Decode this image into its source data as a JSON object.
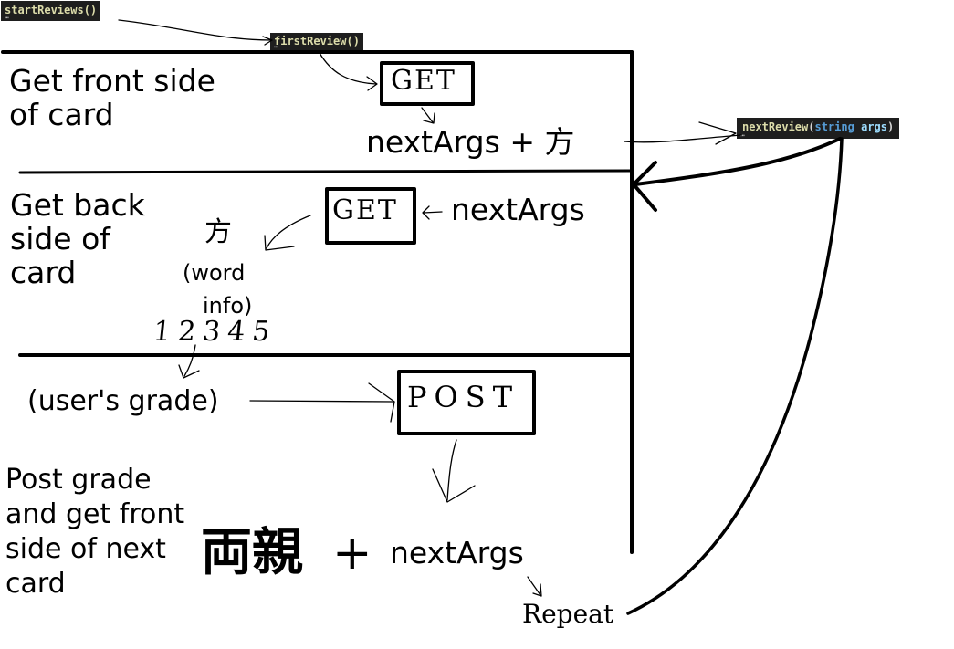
{
  "code_labels": {
    "start_reviews": "startReviews()",
    "first_review": "firstReview()",
    "next_review_fn": "nextReview",
    "next_review_type": "string",
    "next_review_arg": "args"
  },
  "step1": {
    "title_line1": "Get front side",
    "title_line2": "of card",
    "box_text": "GET",
    "result_args": "nextArgs",
    "result_plus": "+",
    "result_kanji": "方"
  },
  "step2": {
    "title_line1": "Get back",
    "title_line2": "side of",
    "title_line3": "card",
    "box_text": "GET",
    "input_args": "nextArgs",
    "kanji": "方",
    "word_info_line1": "(word",
    "word_info_line2": "info)",
    "grades": "12345"
  },
  "step3": {
    "grade_label": "(user's grade)",
    "box_text": "POST",
    "title_line1": "Post grade",
    "title_line2": "and get front",
    "title_line3": "side of next",
    "title_line4": "card",
    "result_kanji": "両親",
    "result_plus": "+",
    "result_args": "nextArgs",
    "repeat": "Repeat"
  }
}
